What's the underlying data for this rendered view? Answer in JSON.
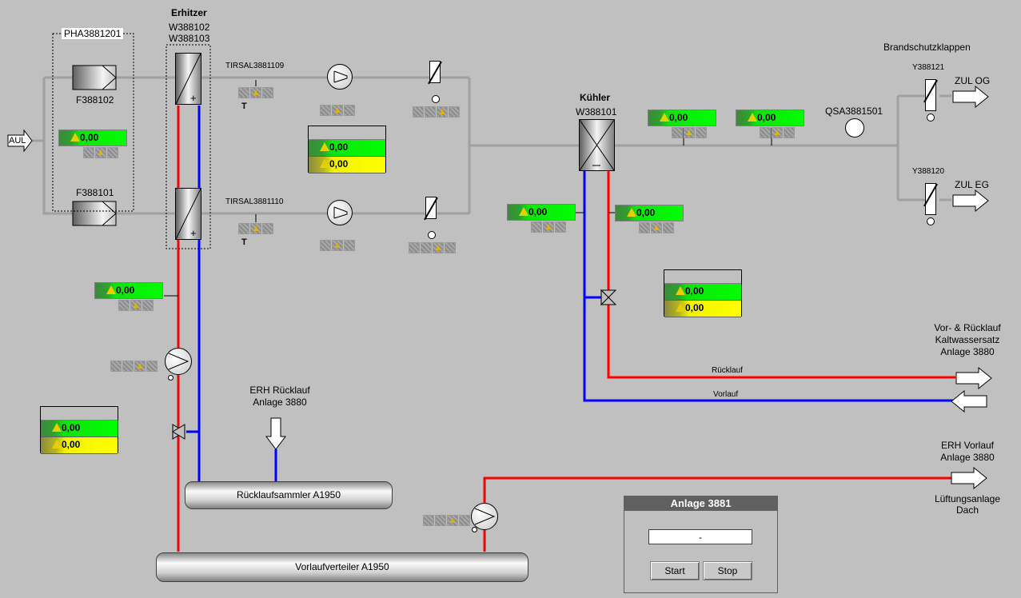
{
  "labels": {
    "erhitzer": "Erhitzer",
    "erhitzer_ids": [
      "W388102",
      "W388103"
    ],
    "pha": "PHA3881201",
    "f388102": "F388102",
    "f388101": "F388101",
    "aul": "AUL",
    "tirsal_1109": "TIRSAL3881109",
    "tirsal_1110": "TIRSAL3881110",
    "t_mark": "T",
    "kuehler": "Kühler",
    "kuehler_id": "W388101",
    "qsa": "QSA3881501",
    "brandschutz": "Brandschutzklappen",
    "y388121": "Y388121",
    "y388120": "Y388120",
    "zul_og": "ZUL OG",
    "zul_eg": "ZUL EG",
    "kaltwasser": [
      "Vor- & Rücklauf",
      "Kaltwassersatz",
      "Anlage 3880"
    ],
    "ruecklauf": "Rücklauf",
    "vorlauf": "Vorlauf",
    "erh_ruecklauf": [
      "ERH Rücklauf",
      "Anlage 3880"
    ],
    "erh_vorlauf": [
      "ERH Vorlauf",
      "Anlage 3880"
    ],
    "lueftung": [
      "Lüftungsanlage",
      "Dach"
    ],
    "ruecklaufsammler": "Rücklaufsammler A1950",
    "vorlaufverteiler": "Vorlaufverteiler A1950"
  },
  "values": {
    "v_pha": "0,00",
    "v_box1_a": "0,00",
    "v_box1_b": "0,00",
    "v_kuehl_1": "0,00",
    "v_kuehl_2": "0,00",
    "v_left_1": "0,00",
    "v_left_2": "0,00",
    "v_box2_a": "0,00",
    "v_box2_b": "0,00",
    "v_heat": "0,00",
    "v_box3_a": "0,00",
    "v_box3_b": "0,00"
  },
  "panel": {
    "title": "Anlage 3881",
    "status": "-",
    "start": "Start",
    "stop": "Stop"
  },
  "colors": {
    "supply": "#ff0000",
    "return": "#0000ff",
    "duct": "#a0a0a0",
    "ok": "#00ff00",
    "warn": "#ffff00"
  }
}
